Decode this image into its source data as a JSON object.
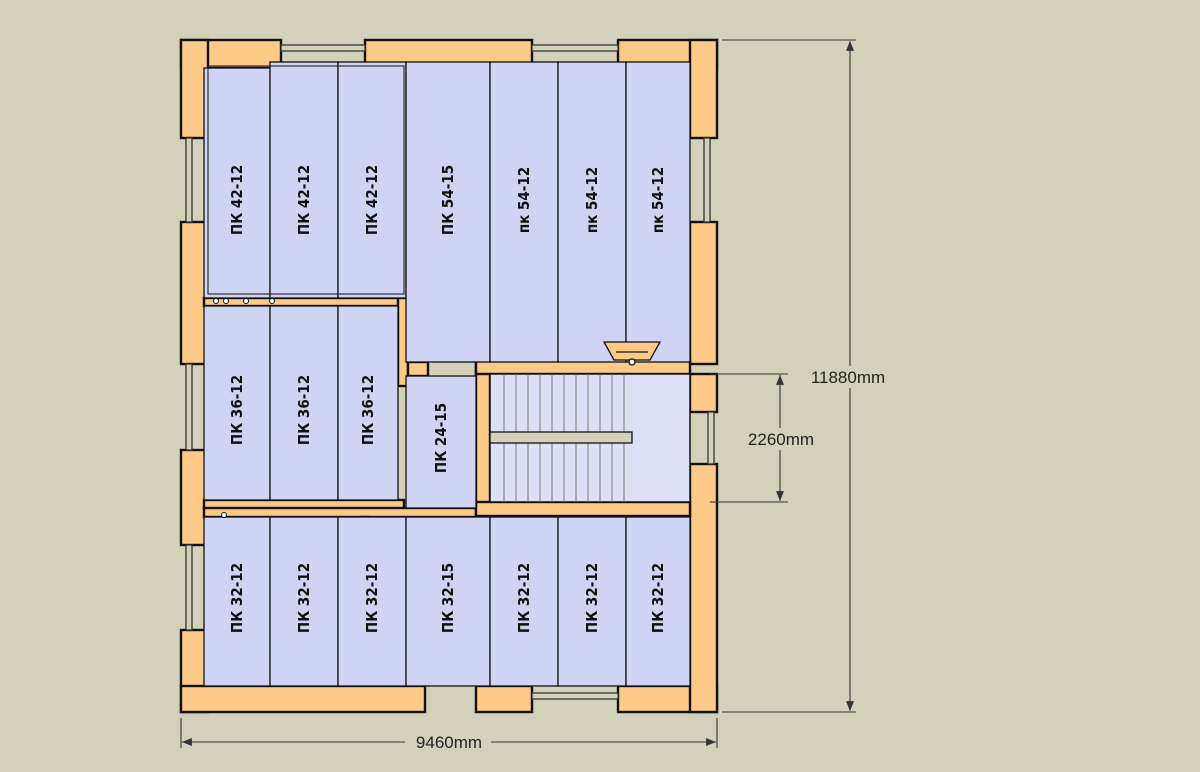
{
  "drawing": {
    "background_color": "#d3d1b9",
    "wall_color": "#fcc987",
    "slab_color": "#cfd3f4",
    "stair_color": "#dde0f6",
    "line_color": "#111111"
  },
  "slabs": {
    "top": [
      "ПК 42-12",
      "ПК 42-12",
      "ПК 42-12",
      "ПК 54-15",
      "пк 54-12",
      "пк 54-12",
      "пк 54-12"
    ],
    "middle": [
      "ПК 36-12",
      "ПК 36-12",
      "ПК 36-12",
      "ПК 24-15"
    ],
    "bottom": [
      "ПК 32-12",
      "ПК 32-12",
      "ПК 32-12",
      "ПК 32-15",
      "ПК 32-12",
      "ПК 32-12",
      "ПК 32-12"
    ]
  },
  "dimensions": {
    "overall_width": "9460mm",
    "overall_height": "11880mm",
    "stair_width": "2260mm"
  }
}
